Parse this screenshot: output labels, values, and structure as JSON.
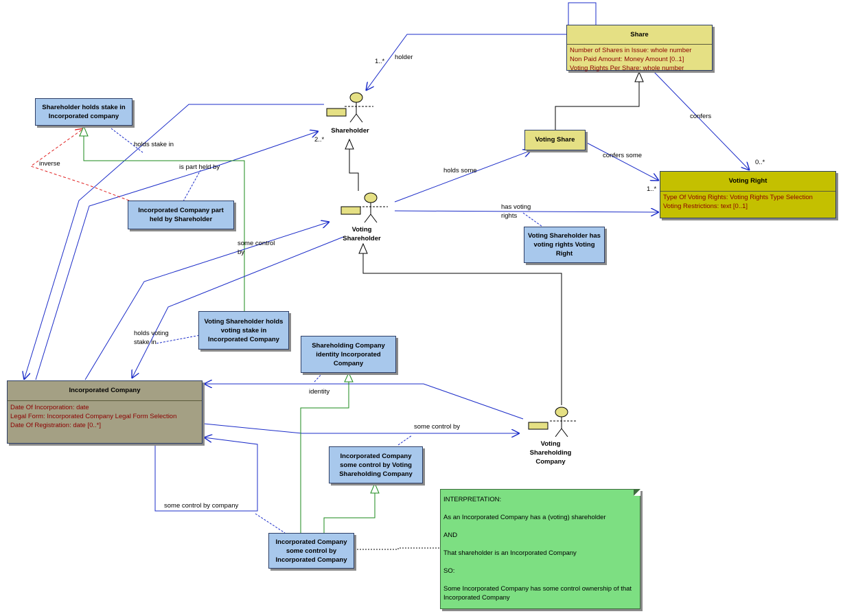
{
  "classes": {
    "share": {
      "name": "Share",
      "attributes": [
        "Number of Shares in Issue:  whole number",
        "Non Paid Amount:  Money Amount [0..1]",
        "Voting Rights Per Share:  whole number"
      ],
      "color": "#e5e084"
    },
    "voting_share": {
      "name": "Voting Share",
      "color": "#e5e084"
    },
    "voting_right": {
      "name": "Voting Right",
      "attributes": [
        "Type Of Voting Rights:  Voting Rights Type Selection",
        "Voting Restrictions:  text [0..1]"
      ],
      "color": "#c4c000"
    },
    "incorporated_company": {
      "name": "Incorporated Company",
      "attributes": [
        "Date Of Incorporation:  date",
        "Legal Form:  Incorporated Company Legal Form Selection",
        "Date Of Registration:  date [0..*]"
      ],
      "color": "#a4a084"
    }
  },
  "actors": {
    "shareholder": "Shareholder",
    "voting_shareholder": [
      "Voting",
      "Shareholder"
    ],
    "voting_shareholding_company": [
      "Voting",
      "Shareholding",
      "Company"
    ]
  },
  "association_classes": {
    "holds_stake": [
      "Shareholder holds stake in",
      "Incorporated company"
    ],
    "part_held": [
      "Incorporated Company part",
      "held by Shareholder"
    ],
    "voting_rights": [
      "Voting Shareholder has",
      "voting rights Voting",
      "Right"
    ],
    "voting_stake": [
      "Voting Shareholder holds",
      "voting stake in",
      "Incorporated Company"
    ],
    "identity": [
      "Shareholding Company",
      "identity Incorporated",
      "Company"
    ],
    "control_vsc": [
      "Incorporated Company",
      "some control by Voting",
      "Shareholding Company"
    ],
    "control_ic": [
      "Incorporated Company",
      "some control by",
      "Incorporated Company"
    ]
  },
  "edge_labels": {
    "holder": "holder",
    "mult_holder": "1..*",
    "confers": "confers",
    "mult_confers": "0..*",
    "confers_some": "confers some",
    "mult_confers_some": "1..*",
    "holds_some": "holds some",
    "has_voting_rights": [
      "has voting",
      "rights"
    ],
    "holds_stake_in": "holds stake in",
    "inverse": "inverse",
    "is_part_held_by": "is part held by",
    "mult_part_held": "2..*",
    "some_control_by_1": [
      "some control",
      "by"
    ],
    "holds_voting_stake_in": [
      "holds voting",
      "stake in"
    ],
    "identity": "identity",
    "some_control_by_2": "some control by",
    "some_control_by_company": "some control by company"
  },
  "note": {
    "lines": [
      "INTERPRETATION:",
      "As an Incorporated Company has a (voting) shareholder",
      "AND",
      "That shareholder is an Incorporated Company",
      "SO:",
      "Some Incorporated Company has some control ownership of that Incorporated Company"
    ]
  },
  "colors": {
    "association": "#a8c8ec",
    "note": "#7ddf82",
    "actor_head": "#e5e084",
    "association_line": "#1a2bc8",
    "generalization_line": "#1a8a1a",
    "inverse_line": "#e02020"
  }
}
